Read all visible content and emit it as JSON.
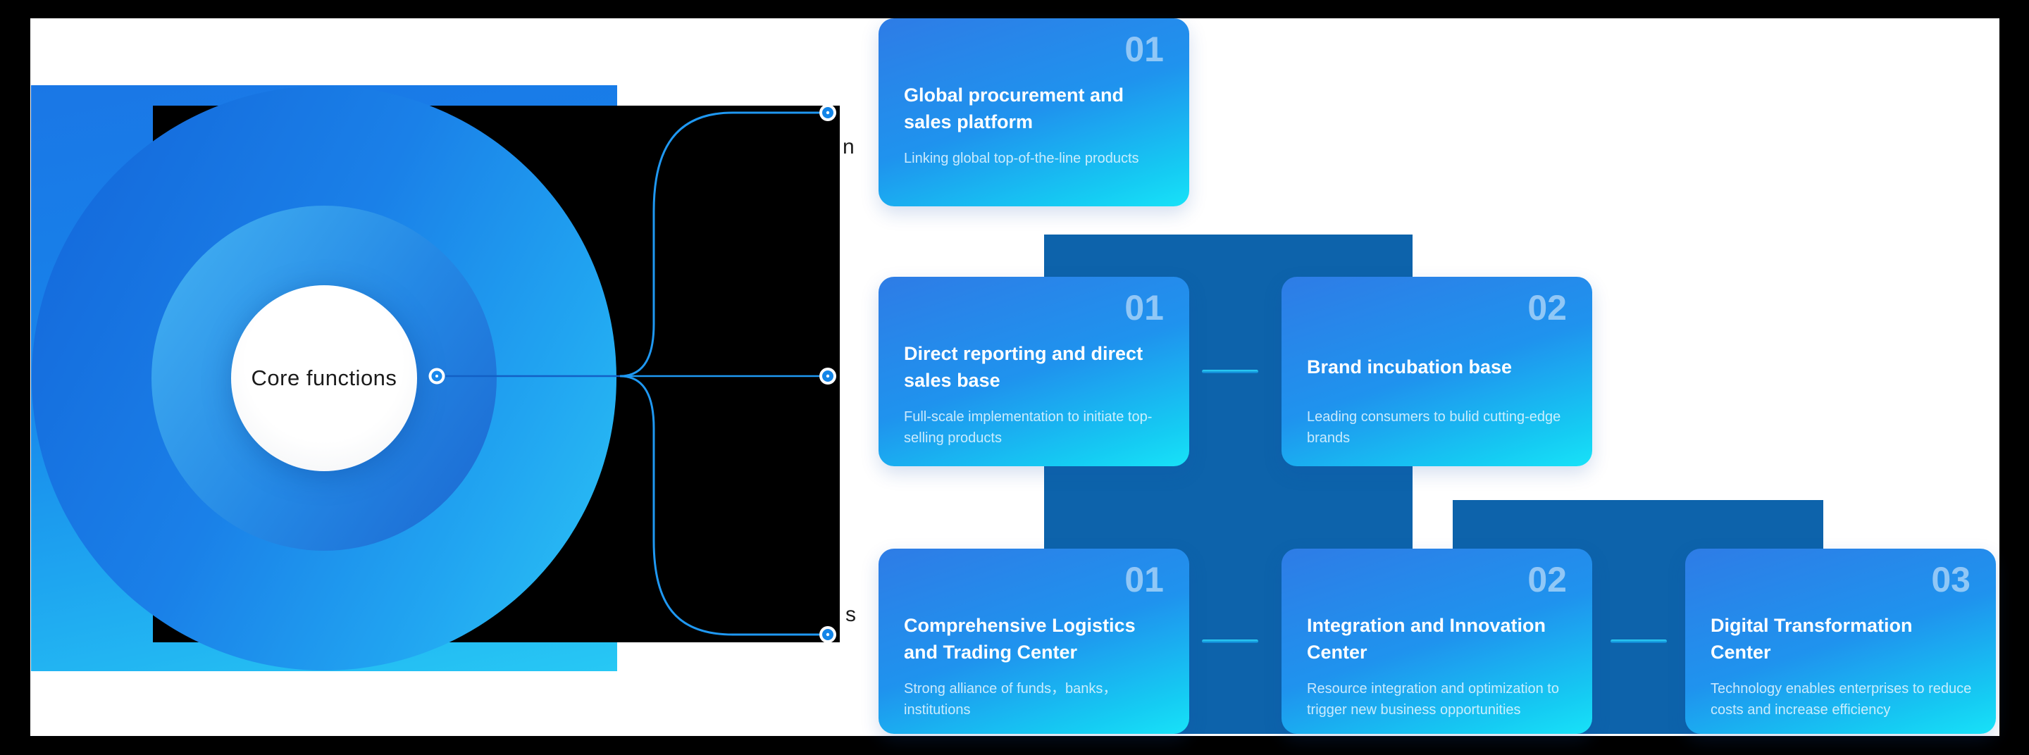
{
  "diagram": {
    "core_label": "Core functions",
    "fragments": {
      "top": "n",
      "bottom": "s"
    },
    "colors": {
      "square_top": "#1a77e6",
      "square_bottom": "#27c8f4",
      "outer_circle": "#1a80e8",
      "mid_ring_light": "#45b3f3",
      "mid_ring_dark": "#1b67d0",
      "line_on_dark": "#1f98f2",
      "line_on_light": "#1360c5",
      "overlay_rect": "#000000"
    }
  },
  "links": {
    "rect_color": "#0d63ab"
  },
  "cards": [
    {
      "number": "01",
      "title": "Global procurement and sales platform",
      "desc": "Linking global top-of-the-line products"
    },
    {
      "number": "01",
      "title": "Direct reporting and direct sales base",
      "desc": "Full-scale implementation to initiate top-selling  products"
    },
    {
      "number": "02",
      "title": "Brand incubation base",
      "desc": "Leading consumers to bulid cutting-edge brands"
    },
    {
      "number": "01",
      "title": "Comprehensive Logistics and Trading Center",
      "desc": "Strong alliance of funds，banks，institutions"
    },
    {
      "number": "02",
      "title": "Integration and Innovation Center",
      "desc": "Resource integration and optimization to trigger new business opportunities"
    },
    {
      "number": "03",
      "title": "Digital Transformation Center",
      "desc": "Technology enables enterprises to reduce costs and increase efficiency"
    }
  ]
}
